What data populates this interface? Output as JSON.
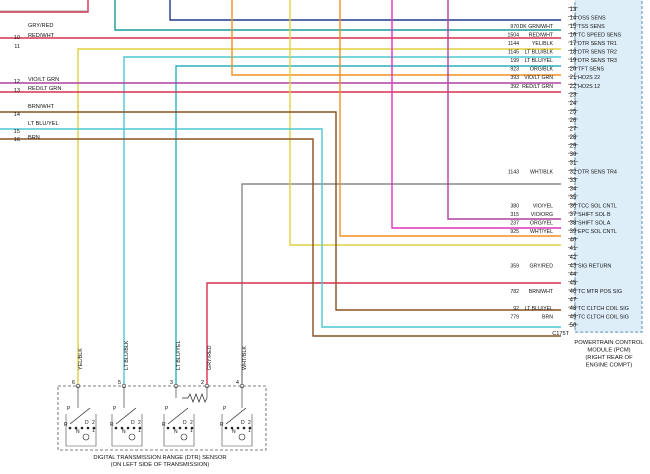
{
  "pcm": {
    "label_lines": [
      "POWERTRAIN CONTROL",
      "MODULE (PCM)",
      "(RIGHT REAR OF",
      "ENGINE COMPT)"
    ],
    "connector_id": "C175T",
    "fill": "#ddeef8",
    "pins": [
      {
        "n": "13",
        "circuit": "",
        "color": "",
        "func": ""
      },
      {
        "n": "14",
        "circuit": "",
        "color": "",
        "func": "OSS SENS"
      },
      {
        "n": "15",
        "circuit": "970",
        "color": "DK GRN/WHT",
        "func": "TSS SENS"
      },
      {
        "n": "16",
        "circuit": "1504",
        "color": "RED/WHT",
        "func": "TC SPEED SENS"
      },
      {
        "n": "17",
        "circuit": "1144",
        "color": "YEL/BLK",
        "func": "DTR SENS TR1"
      },
      {
        "n": "18",
        "circuit": "1145",
        "color": "LT BLU/BLK",
        "func": "DTR SENS TR2"
      },
      {
        "n": "19",
        "circuit": "199",
        "color": "LT BLU/YEL",
        "func": "DTR SENS TR3"
      },
      {
        "n": "20",
        "circuit": "923",
        "color": "ORG/BLK",
        "func": "TFT SENS"
      },
      {
        "n": "21",
        "circuit": "393",
        "color": "VIO/LT GRN",
        "func": "HO2S 22"
      },
      {
        "n": "22",
        "circuit": "392",
        "color": "RED/LT GRN",
        "func": "HO2S 12"
      },
      {
        "n": "23",
        "circuit": "",
        "color": "",
        "func": ""
      },
      {
        "n": "24",
        "circuit": "",
        "color": "",
        "func": ""
      },
      {
        "n": "25",
        "circuit": "",
        "color": "",
        "func": ""
      },
      {
        "n": "26",
        "circuit": "",
        "color": "",
        "func": ""
      },
      {
        "n": "27",
        "circuit": "",
        "color": "",
        "func": ""
      },
      {
        "n": "28",
        "circuit": "",
        "color": "",
        "func": ""
      },
      {
        "n": "29",
        "circuit": "",
        "color": "",
        "func": ""
      },
      {
        "n": "30",
        "circuit": "",
        "color": "",
        "func": ""
      },
      {
        "n": "31",
        "circuit": "",
        "color": "",
        "func": ""
      },
      {
        "n": "32",
        "circuit": "1143",
        "color": "WHT/BLK",
        "func": "DTR SENS TR4"
      },
      {
        "n": "33",
        "circuit": "",
        "color": "",
        "func": ""
      },
      {
        "n": "34",
        "circuit": "",
        "color": "",
        "func": ""
      },
      {
        "n": "35",
        "circuit": "",
        "color": "",
        "func": ""
      },
      {
        "n": "36",
        "circuit": "380",
        "color": "VIO/YEL",
        "func": "TCC SOL CNTL"
      },
      {
        "n": "37",
        "circuit": "315",
        "color": "VIO/ORG",
        "func": "SHIFT SOL B"
      },
      {
        "n": "38",
        "circuit": "237",
        "color": "ORG/YEL",
        "func": "SHIFT SOL A"
      },
      {
        "n": "39",
        "circuit": "925",
        "color": "WHT/YEL",
        "func": "EPC SOL CNTL"
      },
      {
        "n": "40",
        "circuit": "",
        "color": "",
        "func": ""
      },
      {
        "n": "41",
        "circuit": "",
        "color": "",
        "func": ""
      },
      {
        "n": "42",
        "circuit": "",
        "color": "",
        "func": ""
      },
      {
        "n": "43",
        "circuit": "359",
        "color": "GRY/RED",
        "func": "SIG RETURN"
      },
      {
        "n": "44",
        "circuit": "",
        "color": "",
        "func": ""
      },
      {
        "n": "45",
        "circuit": "",
        "color": "",
        "func": ""
      },
      {
        "n": "46",
        "circuit": "782",
        "color": "BRN/WHT",
        "func": "TC MTR POS SIG"
      },
      {
        "n": "47",
        "circuit": "",
        "color": "",
        "func": ""
      },
      {
        "n": "48",
        "circuit": "92",
        "color": "LT BLU/YEL",
        "func": "TC CLTCH COIL SIG"
      },
      {
        "n": "49",
        "circuit": "779",
        "color": "BRN",
        "func": "TC CLTCH COIL SIG"
      },
      {
        "n": "50",
        "circuit": "",
        "color": "",
        "func": ""
      }
    ]
  },
  "left_connector": [
    {
      "n": "",
      "color": "GRY/RED"
    },
    {
      "n": "10",
      "color": "RED/WHT"
    },
    {
      "n": "11",
      "color": ""
    },
    {
      "n": "12",
      "color": "VIO/LT GRN"
    },
    {
      "n": "13",
      "color": "RED/LT GRN"
    },
    {
      "n": "",
      "color": "BRN/WHT"
    },
    {
      "n": "14",
      "color": ""
    },
    {
      "n": "",
      "color": "LT BLU/YEL"
    },
    {
      "n": "15",
      "color": ""
    },
    {
      "n": "16",
      "color": "BRN"
    }
  ],
  "dtr_sensor": {
    "title": "DIGITAL TRANSMISSION RANGE (DTR) SENSOR",
    "subtitle": "(ON LEFT SIDE OF TRANSMISSION)",
    "pins": [
      {
        "n": "6",
        "color": "YEL/BLK"
      },
      {
        "n": "5",
        "color": "LT BLU/BLK"
      },
      {
        "n": "3",
        "color": "LT BLU/YEL"
      },
      {
        "n": "2",
        "color": "GRY/RED"
      },
      {
        "n": "4",
        "color": "WHT/BLK"
      }
    ],
    "switch_labels": [
      "P",
      "R",
      "N",
      "D",
      "2",
      "1"
    ]
  },
  "wire_colors": {
    "grey": "#888888",
    "teal": "#1a9a9a",
    "dkblue": "#223a8a",
    "red": "#d83050",
    "yellow": "#e0d040",
    "cyan": "#4cc8d0",
    "cyan2": "#2ab0c0",
    "orange": "#f09020",
    "violet": "#b040a0",
    "magenta": "#e030c0",
    "brown": "#8a5020",
    "ltgrey": "#a8a8a8"
  }
}
